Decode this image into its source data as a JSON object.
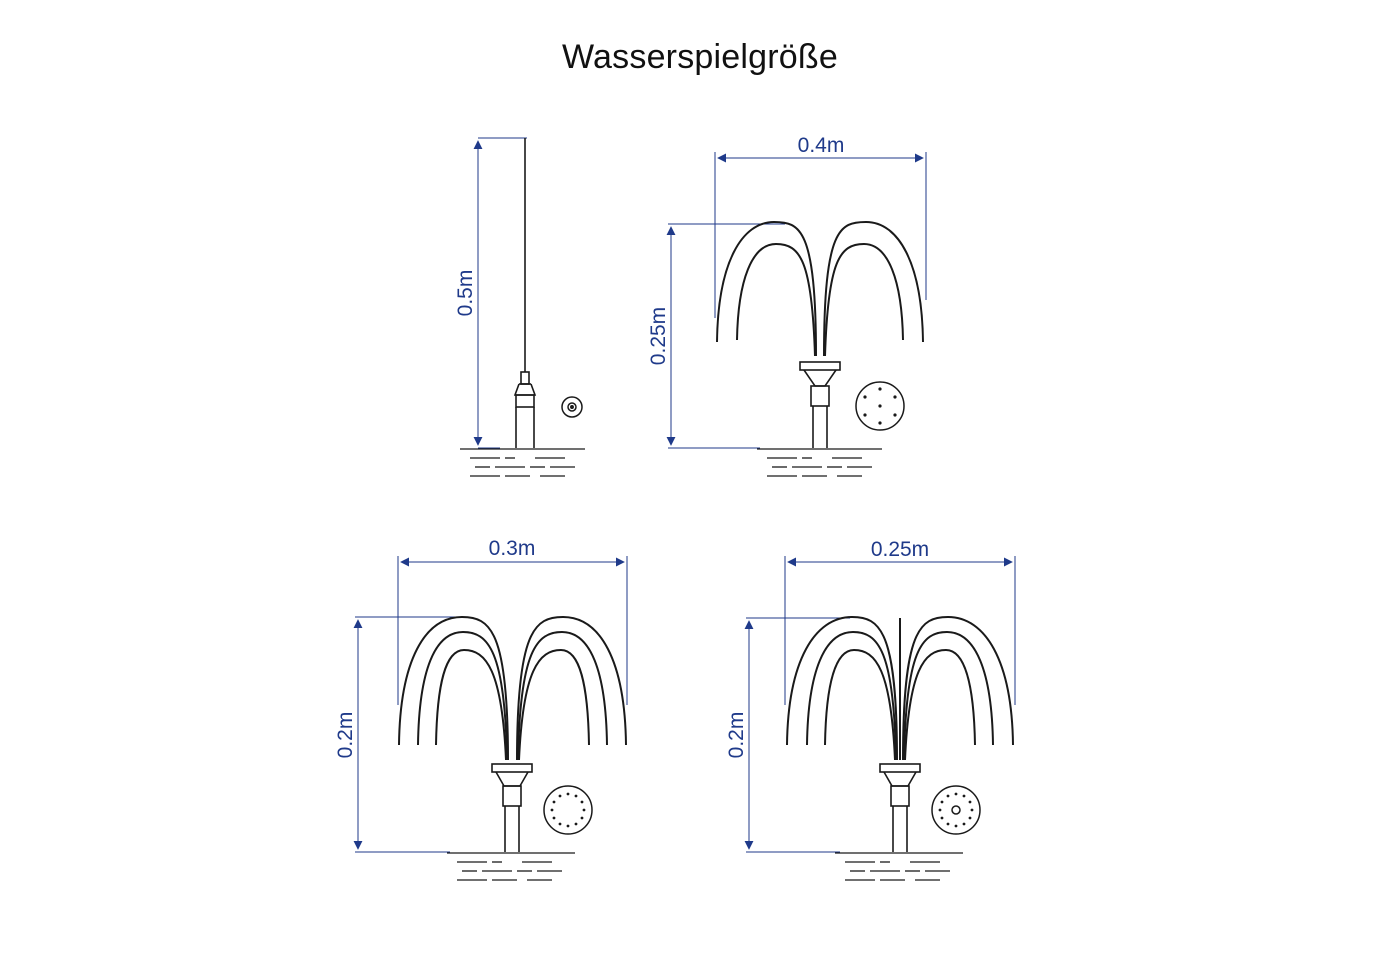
{
  "title": "Wasserspielgröße",
  "colors": {
    "dimension": "#1f3a8a",
    "drawing": "#1a1a1a",
    "background": "#ffffff"
  },
  "fountains": [
    {
      "id": "jet",
      "type": "single-jet",
      "height_label": "0.5m"
    },
    {
      "id": "tulip-6",
      "type": "tulip",
      "width_label": "0.4m",
      "height_label": "0.25m"
    },
    {
      "id": "tulip-12",
      "type": "double-tulip",
      "width_label": "0.3m",
      "height_label": "0.2m"
    },
    {
      "id": "tulip-13",
      "type": "double-tulip-with-center-jet",
      "width_label": "0.25m",
      "height_label": "0.2m"
    }
  ]
}
